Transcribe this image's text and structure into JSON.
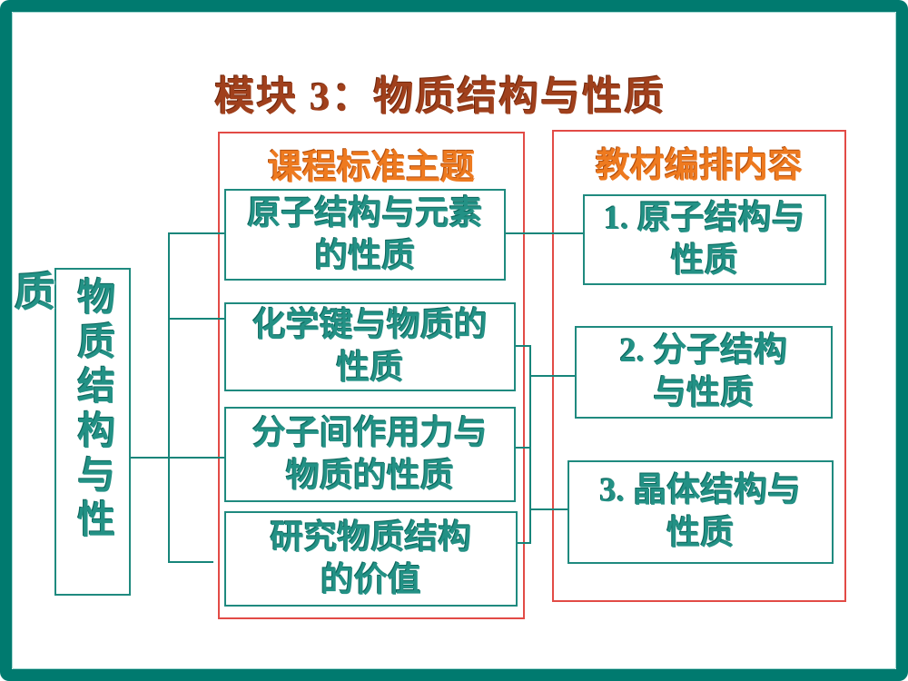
{
  "title": "模块 3：物质结构与性质",
  "colors": {
    "frame_teal": "#007a6f",
    "connector_teal": "#17857a",
    "text_teal": "#239185",
    "panel_border_red": "#e24b46",
    "header_orange": "#ee7a1f",
    "title_brown": "#a0401c",
    "background": "#ffffff"
  },
  "left_label": {
    "overflow_char": "质",
    "vertical_text": "物质结构与性"
  },
  "standards_panel": {
    "header": "课程标准主题",
    "boxes": [
      {
        "line1": "原子结构与元素",
        "line2": "的性质"
      },
      {
        "line1": "化学键与物质的",
        "line2": "性质"
      },
      {
        "line1": "分子间作用力与",
        "line2": "物质的性质"
      },
      {
        "line1": "研究物质结构",
        "line2": "的价值"
      }
    ]
  },
  "textbook_panel": {
    "header": "教材编排内容",
    "boxes": [
      {
        "line1": "1. 原子结构与",
        "line2": "性质"
      },
      {
        "line1": "2. 分子结构",
        "line2": "与性质"
      },
      {
        "line1": "3. 晶体结构与",
        "line2": "性质"
      }
    ]
  }
}
